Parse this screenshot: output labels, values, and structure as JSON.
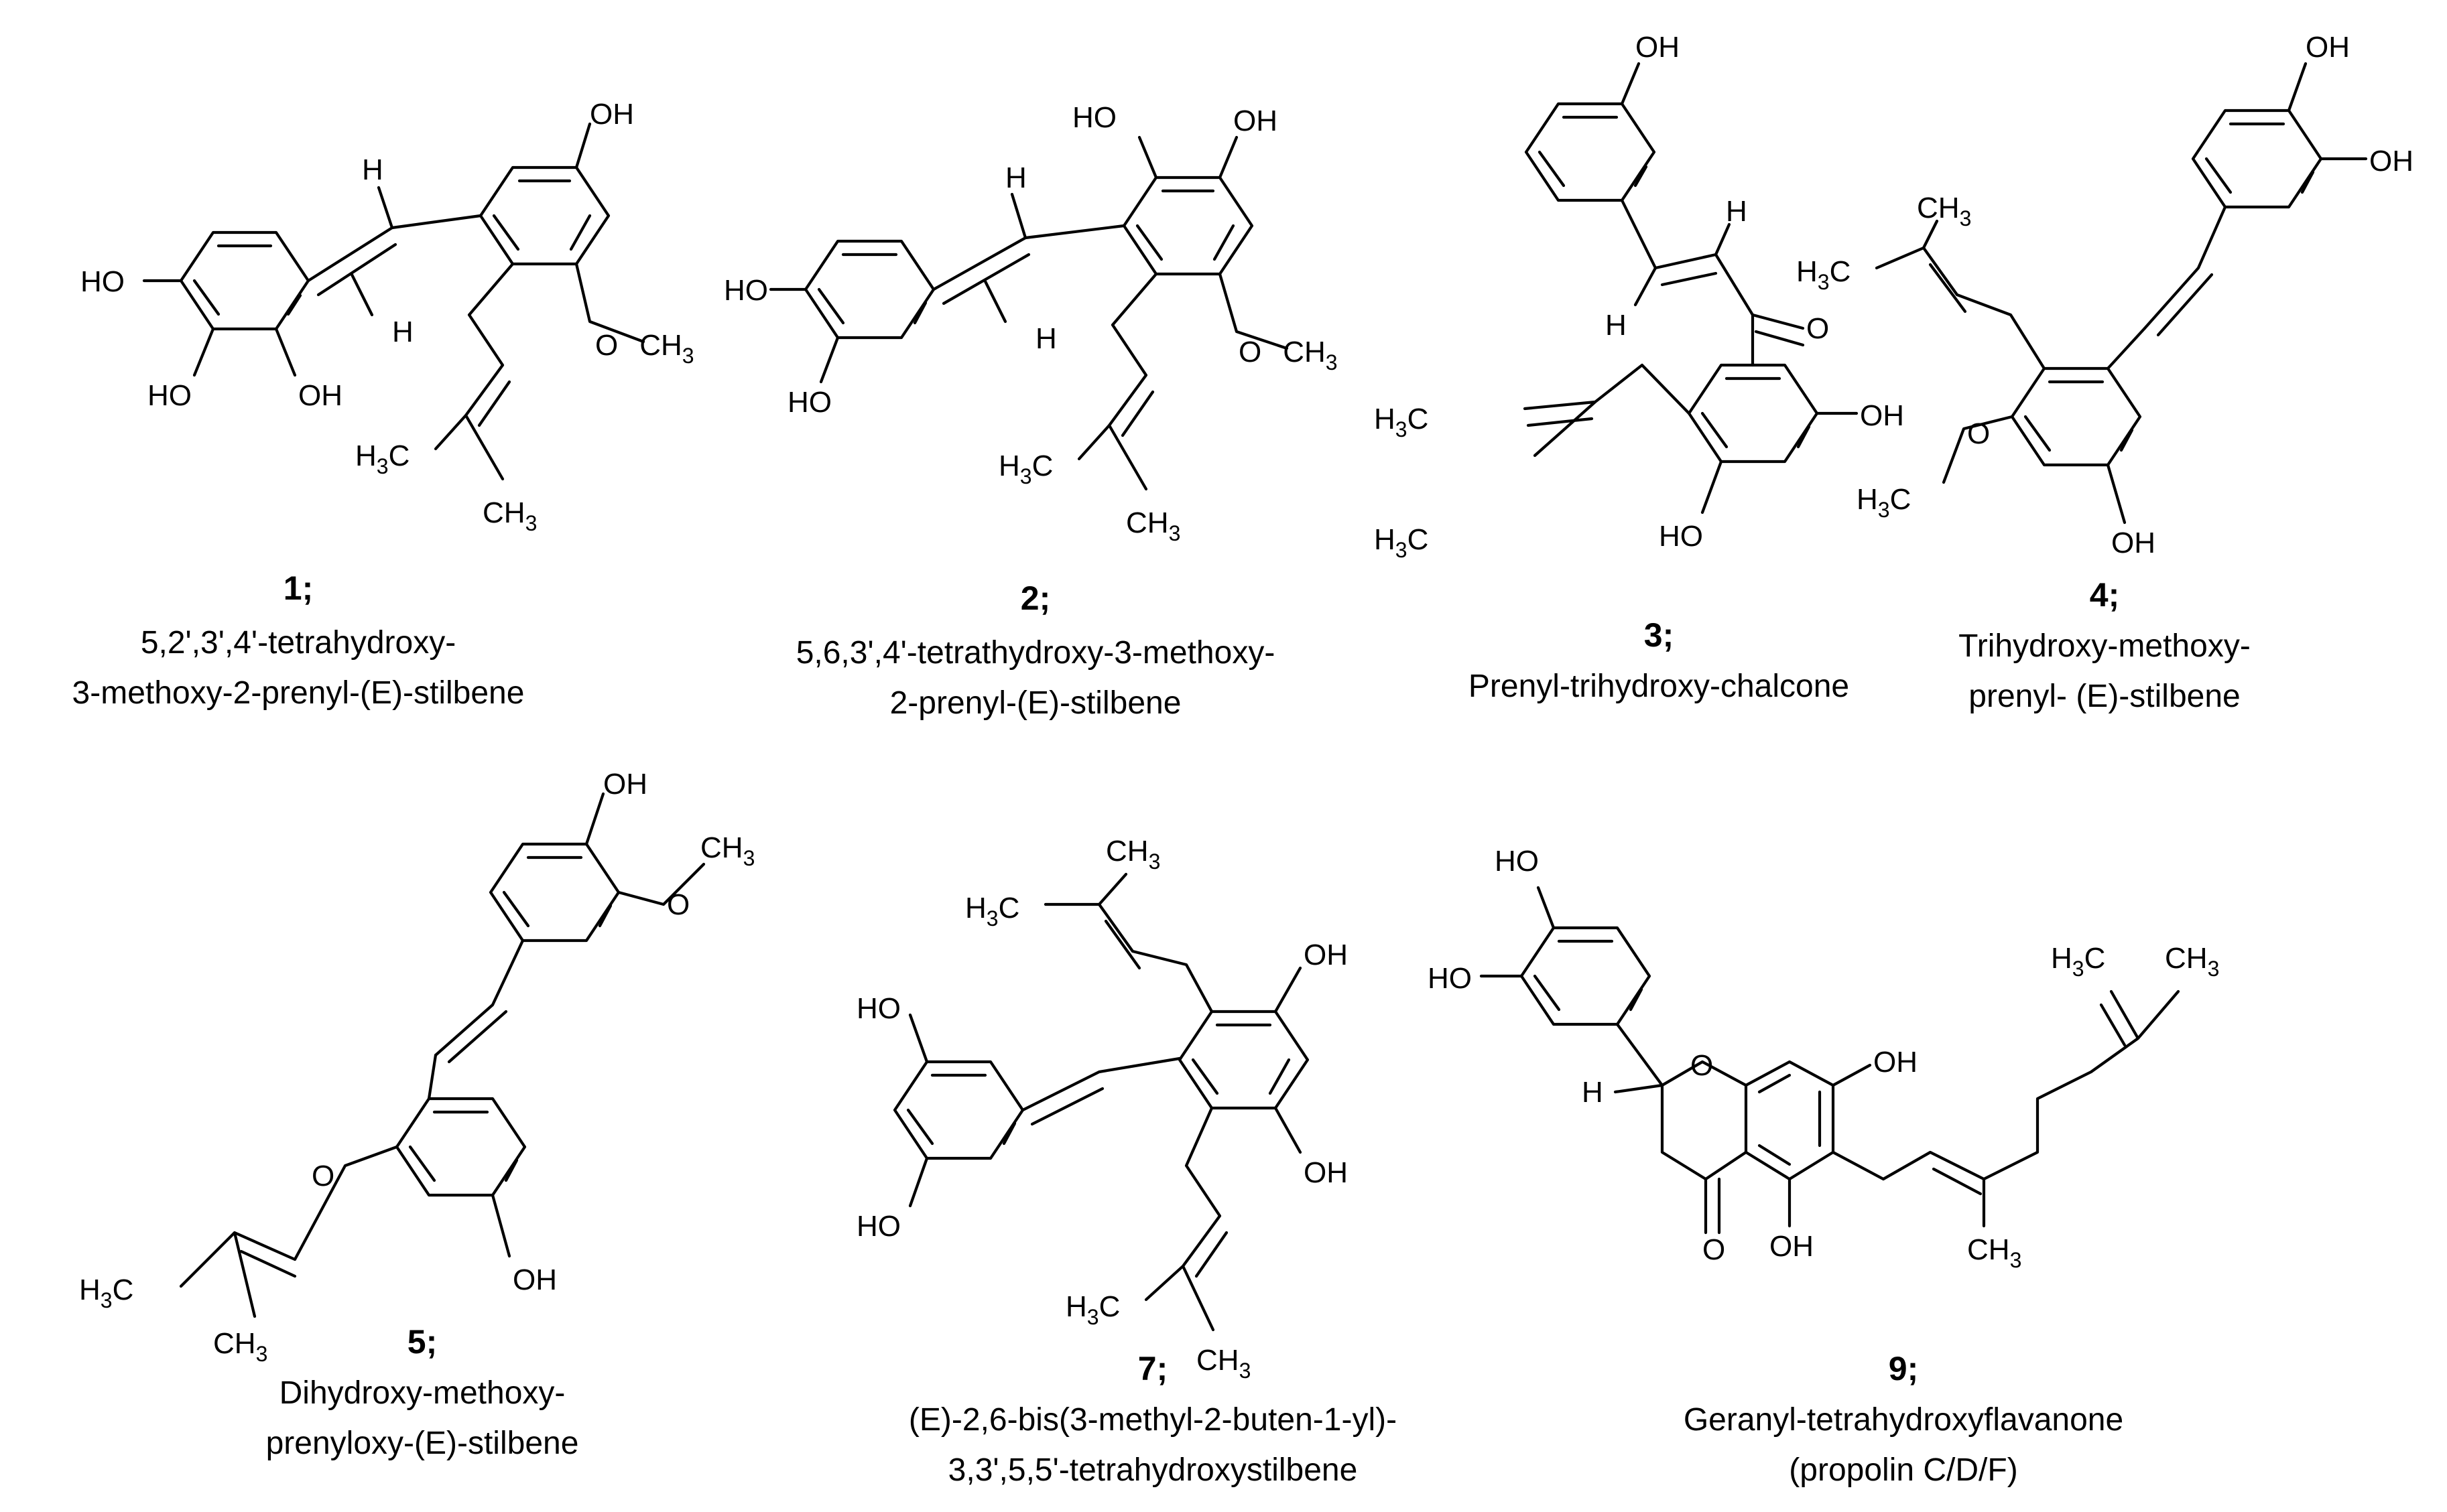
{
  "compounds": [
    {
      "number": "1;",
      "name_lines": [
        "5,2',3',4'-tetrahydroxy-",
        "3-methoxy-2-prenyl-(E)-stilbene"
      ],
      "atoms": [
        "OH",
        "H",
        "H",
        "HO",
        "HO",
        "OH",
        "O",
        "CH",
        "3",
        "H",
        "3",
        "C",
        "CH",
        "3"
      ]
    },
    {
      "number": "2;",
      "name_lines": [
        "5,6,3',4'-tetrathydroxy-3-methoxy-",
        "2-prenyl-(E)-stilbene"
      ],
      "atoms": [
        "HO",
        "OH",
        "H",
        "H",
        "HO",
        "HO",
        "O",
        "CH",
        "3",
        "H",
        "3",
        "C",
        "CH",
        "3"
      ]
    },
    {
      "number": "3;",
      "name_lines": [
        "Prenyl-trihydroxy-chalcone"
      ],
      "atoms": [
        "OH",
        "H",
        "H",
        "O",
        "OH",
        "HO",
        "H",
        "3",
        "C",
        "H",
        "3",
        "C"
      ]
    },
    {
      "number": "4;",
      "name_lines": [
        "Trihydroxy-methoxy-",
        "prenyl- (E)-stilbene"
      ],
      "atoms": [
        "OH",
        "OH",
        "CH",
        "3",
        "H",
        "3",
        "C",
        "O",
        "H",
        "3",
        "C",
        "OH"
      ]
    },
    {
      "number": "5;",
      "name_lines": [
        "Dihydroxy-methoxy-",
        "prenyloxy-(E)-stilbene"
      ],
      "atoms": [
        "OH",
        "O",
        "CH",
        "3",
        "O",
        "OH",
        "H",
        "3",
        "C",
        "CH",
        "3"
      ]
    },
    {
      "number": "7;",
      "name_lines": [
        "(E)-2,6-bis(3-methyl-2-buten-1-yl)-",
        "3,3',5,5'-tetrahydroxystilbene"
      ],
      "atoms": [
        "CH",
        "3",
        "H",
        "3",
        "C",
        "OH",
        "HO",
        "HO",
        "OH",
        "H",
        "3",
        "C",
        "CH",
        "3"
      ]
    },
    {
      "number": "9;",
      "name_lines": [
        "Geranyl-tetrahydroxyflavanone",
        "(propolin C/D/F)"
      ],
      "atoms": [
        "HO",
        "HO",
        "H",
        "O",
        "OH",
        "O",
        "OH",
        "CH",
        "3",
        "H",
        "3",
        "C",
        "CH",
        "3"
      ]
    }
  ]
}
